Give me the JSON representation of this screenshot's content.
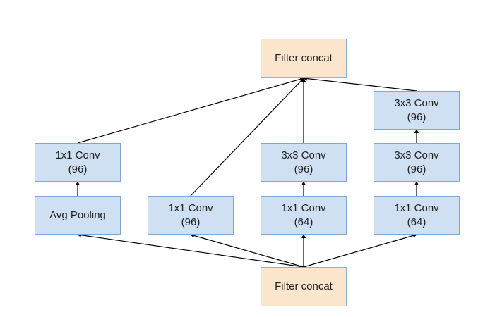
{
  "diagram": {
    "colors": {
      "conv_fill": "#cfe0f3",
      "concat_fill": "#fce5cd",
      "border": "#7fa6dc",
      "edge": "#000000"
    },
    "nodes": {
      "top_concat": {
        "line1": "Filter concat",
        "line2": ""
      },
      "b1_conv": {
        "line1": "1x1 Conv",
        "line2": "(96)"
      },
      "b1_pool": {
        "line1": "Avg Pooling",
        "line2": ""
      },
      "b2_conv": {
        "line1": "1x1 Conv",
        "line2": "(96)"
      },
      "b3_conv3": {
        "line1": "3x3 Conv",
        "line2": "(96)"
      },
      "b3_conv1": {
        "line1": "1x1 Conv",
        "line2": "(64)"
      },
      "b4_conv3a": {
        "line1": "3x3 Conv",
        "line2": "(96)"
      },
      "b4_conv3b": {
        "line1": "3x3 Conv",
        "line2": "(96)"
      },
      "b4_conv1": {
        "line1": "1x1 Conv",
        "line2": "(64)"
      },
      "bottom_concat": {
        "line1": "Filter concat",
        "line2": ""
      }
    },
    "edges": [
      [
        "bottom_concat",
        "b1_pool"
      ],
      [
        "bottom_concat",
        "b2_conv"
      ],
      [
        "bottom_concat",
        "b3_conv1"
      ],
      [
        "bottom_concat",
        "b4_conv1"
      ],
      [
        "b1_pool",
        "b1_conv"
      ],
      [
        "b3_conv1",
        "b3_conv3"
      ],
      [
        "b4_conv1",
        "b4_conv3b"
      ],
      [
        "b4_conv3b",
        "b4_conv3a"
      ],
      [
        "b1_conv",
        "top_concat"
      ],
      [
        "b2_conv",
        "top_concat"
      ],
      [
        "b3_conv3",
        "top_concat"
      ],
      [
        "b4_conv3a",
        "top_concat"
      ]
    ]
  }
}
